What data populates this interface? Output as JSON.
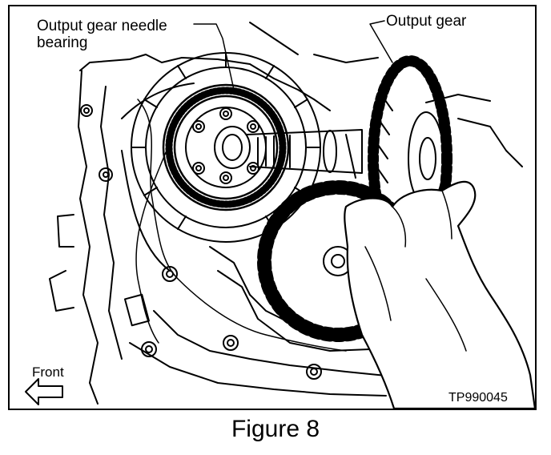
{
  "labels": {
    "needle_bearing_line1": "Output gear needle",
    "needle_bearing_line2": "bearing",
    "output_gear": "Output gear",
    "front": "Front",
    "code": "TP990045"
  },
  "caption": "Figure 8",
  "colors": {
    "ink": "#000000",
    "paper": "#ffffff"
  }
}
